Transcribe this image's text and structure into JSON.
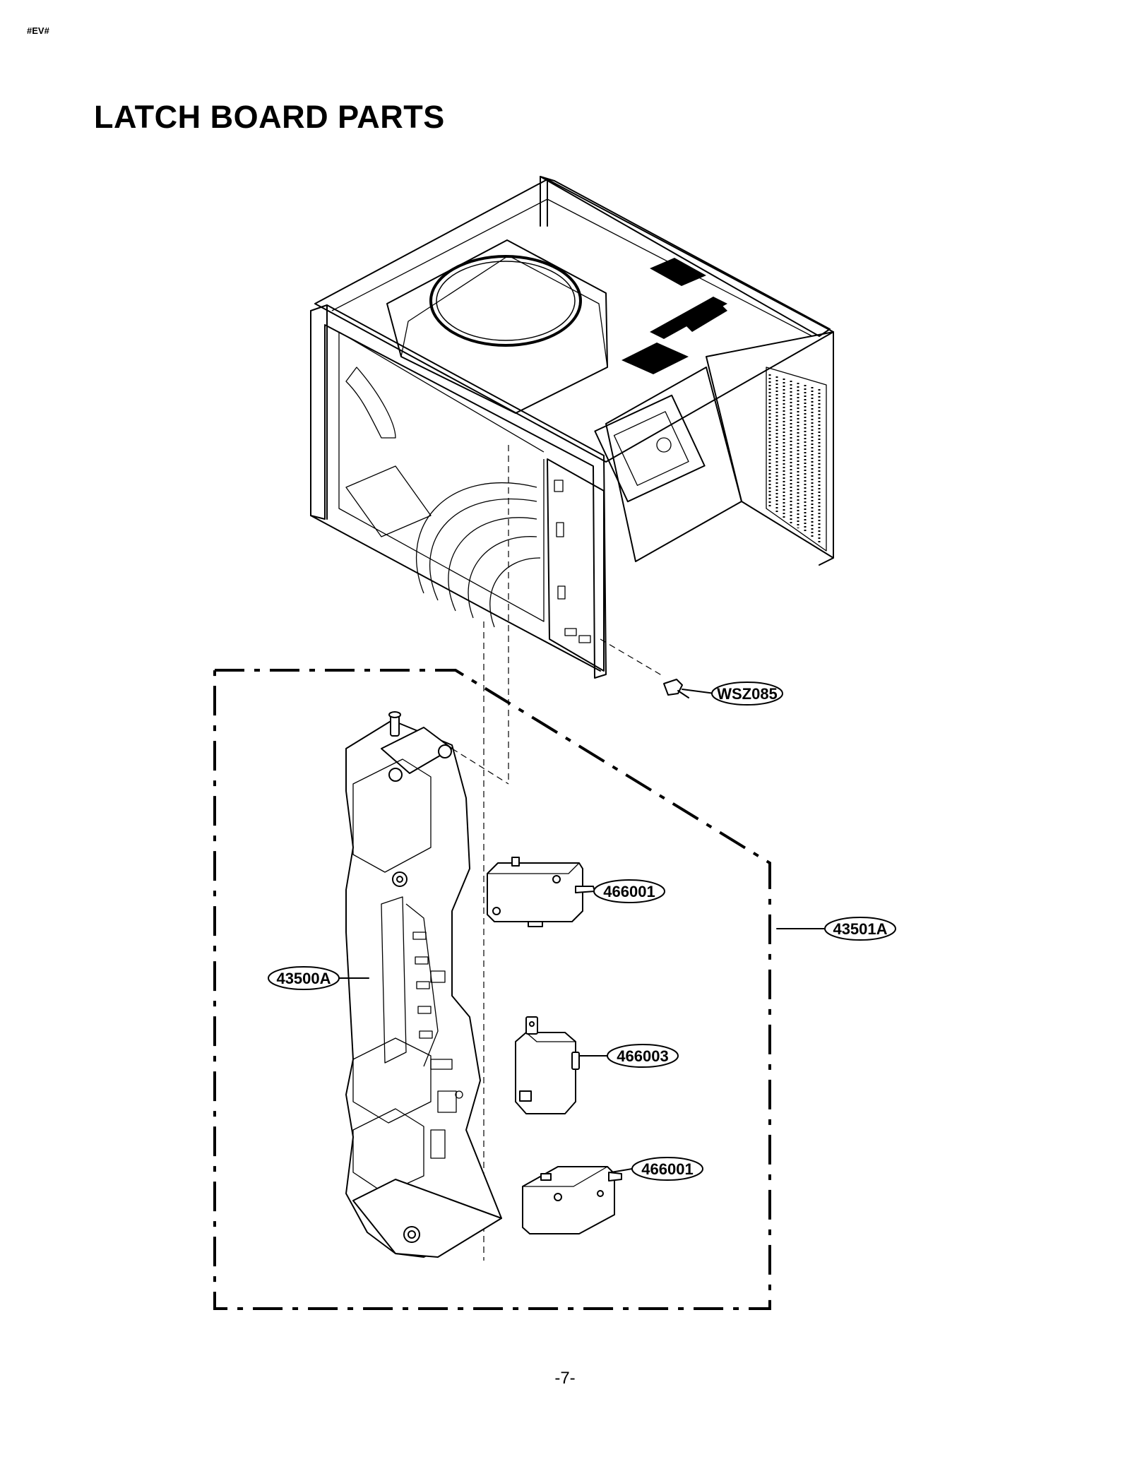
{
  "document": {
    "code": "#EV#",
    "title": "LATCH BOARD PARTS",
    "page_number": "-7-"
  },
  "callouts": {
    "screw": "WSZ085",
    "switch_upper": "466001",
    "assembly": "43501A",
    "latch_board": "43500A",
    "switch_middle": "466003",
    "switch_lower": "466001"
  }
}
